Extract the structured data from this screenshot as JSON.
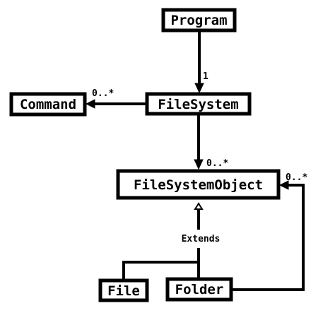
{
  "classes": {
    "program": "Program",
    "command": "Command",
    "filesystem": "FileSystem",
    "filesystemobject": "FileSystemObject",
    "file": "File",
    "folder": "Folder"
  },
  "relations": {
    "program_filesystem_multiplicity": "1",
    "filesystem_command_multiplicity": "0..*",
    "filesystem_filesystemobject_multiplicity": "0..*",
    "folder_filesystemobject_multiplicity": "0..*",
    "extends_label": "Extends"
  },
  "colors": {
    "stroke": "#000000",
    "background": "#ffffff"
  }
}
